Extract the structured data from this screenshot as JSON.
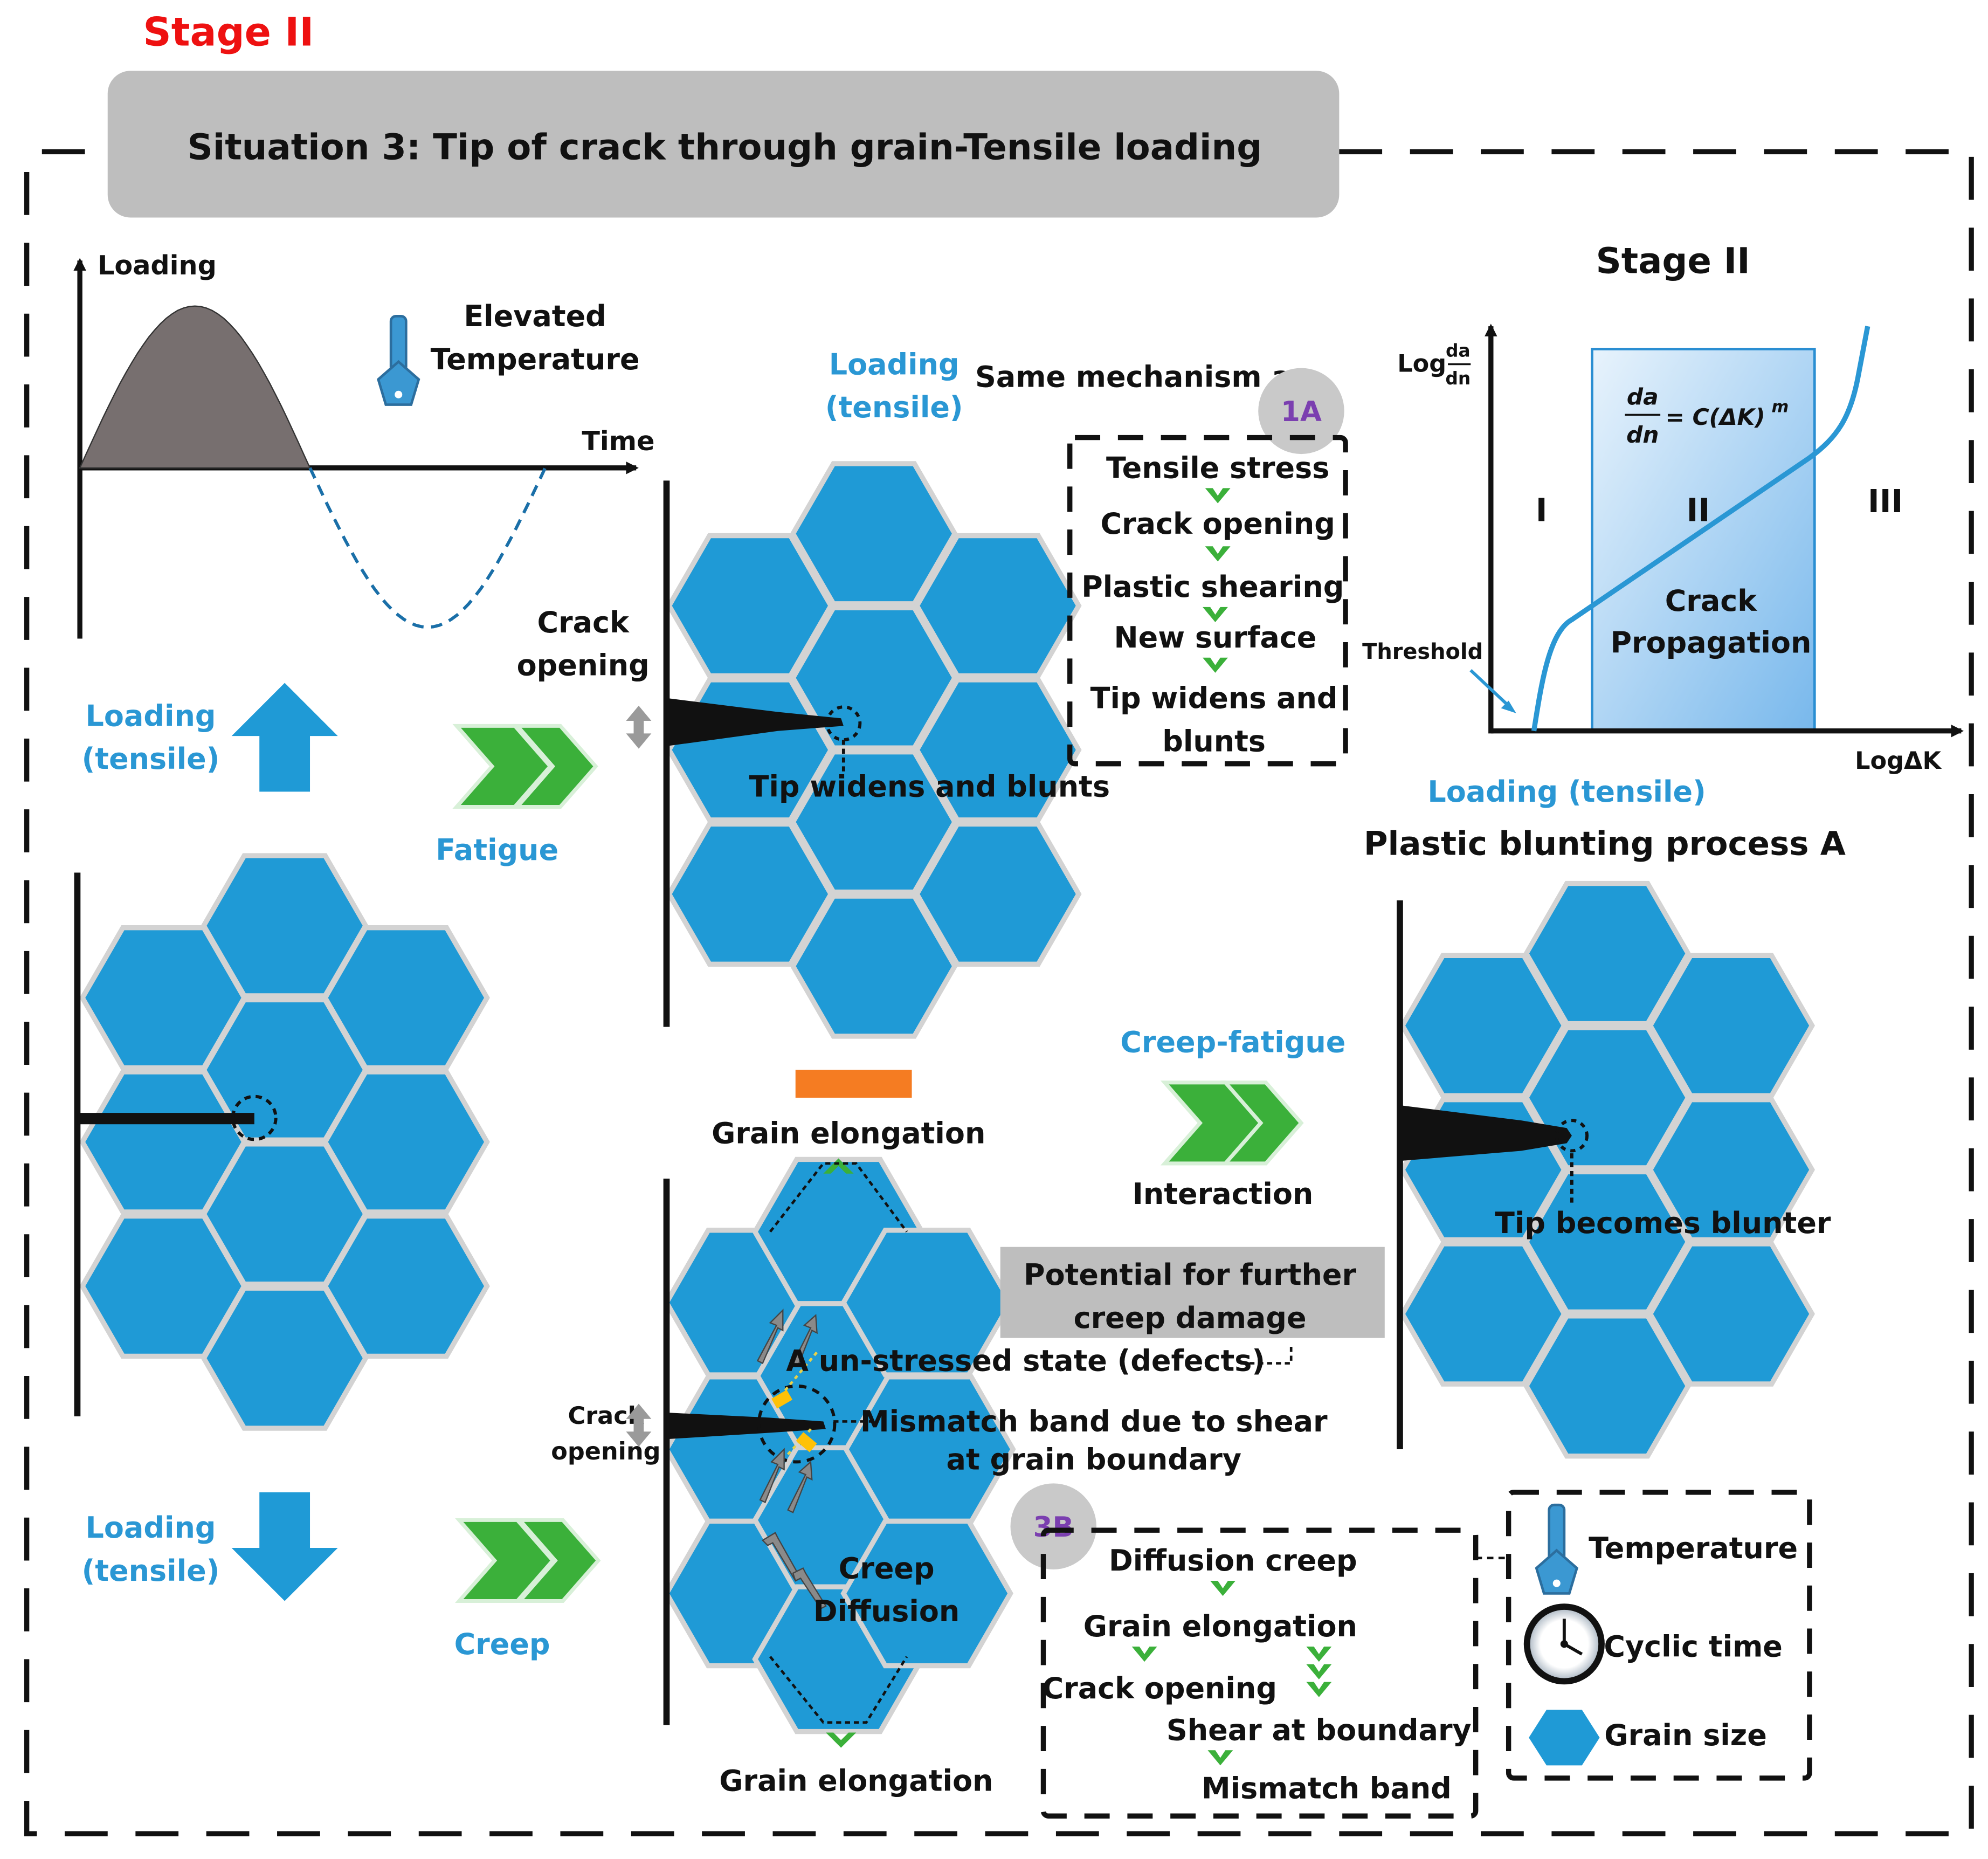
{
  "header": {
    "stage_label": "Stage II",
    "situation_title": "Situation 3: Tip of crack through grain-Tensile loading"
  },
  "load_plot": {
    "y_label": "Loading",
    "x_label": "Time",
    "temperature_label_1": "Elevated",
    "temperature_label_2": "Temperature"
  },
  "left_arrows": {
    "up_label_1": "Loading",
    "up_label_2": "(tensile)",
    "down_label_1": "Loading",
    "down_label_2": "(tensile)",
    "fatigue_label": "Fatigue",
    "creep_label": "Creep"
  },
  "fatigue_panel": {
    "loading_label_1": "Loading",
    "loading_label_2": "(tensile)",
    "crack_opening_1": "Crack",
    "crack_opening_2": "opening",
    "tip_label": "Tip widens and blunts",
    "same_mechanism": "Same mechanism as",
    "badge": "1A",
    "steps": [
      "Tensile stress",
      "Crack opening",
      "Plastic shearing",
      "New surface",
      "Tip widens and",
      "blunts"
    ]
  },
  "creep_panel": {
    "grain_elongation_top": "Grain elongation",
    "grain_elongation_bottom": "Grain elongation",
    "crack_opening_1": "Crack",
    "crack_opening_2": "opening",
    "unstressed": "A un-stressed state (defects)",
    "mismatch_1": "Mismatch band due to shear",
    "mismatch_2": "at grain boundary",
    "creep_diffusion_1": "Creep",
    "creep_diffusion_2": "Diffusion",
    "potential_1": "Potential for further",
    "potential_2": "creep damage",
    "badge": "3B",
    "steps": {
      "diffusion_creep": "Diffusion creep",
      "grain_elongation": "Grain elongation",
      "crack_opening": "Crack opening",
      "shear_at_boundary": "Shear at boundary",
      "mismatch_band": "Mismatch band"
    }
  },
  "interaction": {
    "creep_fatigue": "Creep-fatigue",
    "interaction": "Interaction"
  },
  "paris_plot": {
    "title": "Stage II",
    "y_label_prefix": "Log",
    "y_frac_num": "da",
    "y_frac_den": "dn",
    "x_label": "LogΔK",
    "equation_num": "da",
    "equation_den": "dn",
    "equation_rhs": "= C(ΔK)",
    "equation_exp": "m",
    "region_1": "I",
    "region_2": "II",
    "region_3": "III",
    "crack_1": "Crack",
    "crack_2": "Propagation",
    "threshold": "Threshold"
  },
  "blunting_panel": {
    "loading_label": "Loading (tensile)",
    "title": "Plastic blunting process A",
    "tip_label": "Tip becomes blunter"
  },
  "legend": {
    "temperature": "Temperature",
    "cyclic_time": "Cyclic time",
    "grain_size": "Grain size"
  },
  "colors": {
    "grain_blue": "#1f9ad6",
    "label_blue": "#2a97d4",
    "chevron_green": "#3bb03a",
    "stage_red": "#ee1111",
    "badge_purple": "#7b3fb0",
    "title_box_gray": "#bebebe",
    "elongation_orange": "#f57c22"
  },
  "icons": [
    "thermometer-icon",
    "clock-icon",
    "hexagon-icon",
    "chevron-right-icon",
    "chevron-down-icon",
    "arrow-up-icon",
    "arrow-down-icon",
    "double-arrow-icon"
  ]
}
